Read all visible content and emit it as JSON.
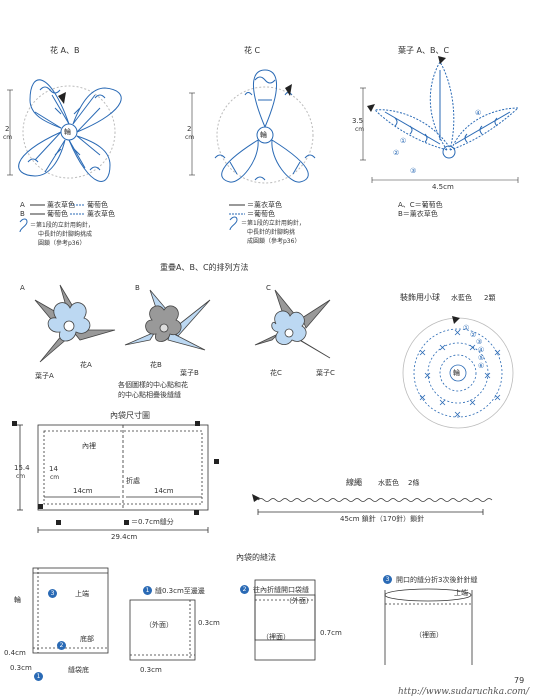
{
  "flower_ab": {
    "title": "花 A、B",
    "height": "2",
    "unit": "cm",
    "center": "輪",
    "legend": [
      {
        "key": "A",
        "s1": "薰衣草色",
        "s2": "葡萄色"
      },
      {
        "key": "B",
        "s1": "葡萄色",
        "s2": "薰衣草色"
      }
    ],
    "note_line1": "＝第1段的立針用鉤針，",
    "note_line2": "中長針的針腳鉤挑成",
    "note_line3": "圓鎖（參考p36）"
  },
  "flower_c": {
    "title": "花 C",
    "height": "2",
    "unit": "cm",
    "center": "輪",
    "legend_line1": "＝薰衣草色",
    "legend_line2": "＝葡萄色",
    "note_line1": "＝第1段的立針用鉤針，",
    "note_line2": "中長針的針腳鉤挑",
    "note_line3": "成圓鎖（參考p36）"
  },
  "leaf": {
    "title": "葉子 A、B、C",
    "height": "3.5",
    "unit": "cm",
    "width": "4.5cm",
    "legend_line1": "A、C＝葡萄色",
    "legend_line2": "B＝薰衣草色",
    "step_labels": [
      "①",
      "②",
      "③",
      "④"
    ]
  },
  "arrangement": {
    "title": "重疊A、B、C的排列方法",
    "panel_labels": [
      "A",
      "B",
      "C"
    ],
    "a_flower": "花A",
    "a_leaf": "葉子A",
    "b_flower": "花B",
    "b_leaf": "葉子B",
    "c_flower": "花C",
    "c_leaf": "葉子C",
    "note_line1": "各個圖樣的中心點和花",
    "note_line2": "的中心點相疊後縫縫"
  },
  "ball": {
    "title": "裝飾用小球",
    "color": "水藍色",
    "count": "2顆",
    "center": "輪",
    "rounds": [
      "①",
      "②",
      "③",
      "④",
      "⑤",
      "⑥"
    ]
  },
  "pouch": {
    "title": "內袋尺寸圖",
    "inside": "內裡",
    "fold": "折處",
    "height": "15.4",
    "height_unit": "cm",
    "inner_height": "14",
    "inner_unit": "cm",
    "inner_width_left": "14cm",
    "inner_width_right": "14cm",
    "total_width": "29.4cm",
    "seam": "＝0.7cm縫分"
  },
  "cord": {
    "title": "線繩",
    "color": "水藍色",
    "count": "2條",
    "dim": "45cm 鎖針（170針）鎖針"
  },
  "sewing": {
    "title": "內袋的縫法",
    "left_top": "上端",
    "left_side": "輪",
    "left_bottom": "底部",
    "left_bottom2": "縫袋底",
    "dim_04": "0.4cm",
    "dim_03": "0.3cm",
    "step1": "縫0.3cm至邊邊",
    "step1_out": "（外面）",
    "step1_dim_r": "0.3cm",
    "step1_dim_b": "0.3cm",
    "step2": "往內折縫開口袋縫",
    "step2_out": "（外面）",
    "step2_in": "（裡面）",
    "step2_dim": "0.7cm",
    "step3": "開口的縫分折3次後針針縫",
    "step3_top": "上端",
    "step3_in": "（裡面）"
  },
  "page": {
    "number": "79",
    "watermark": "http://www.sudaruchka.com/"
  }
}
